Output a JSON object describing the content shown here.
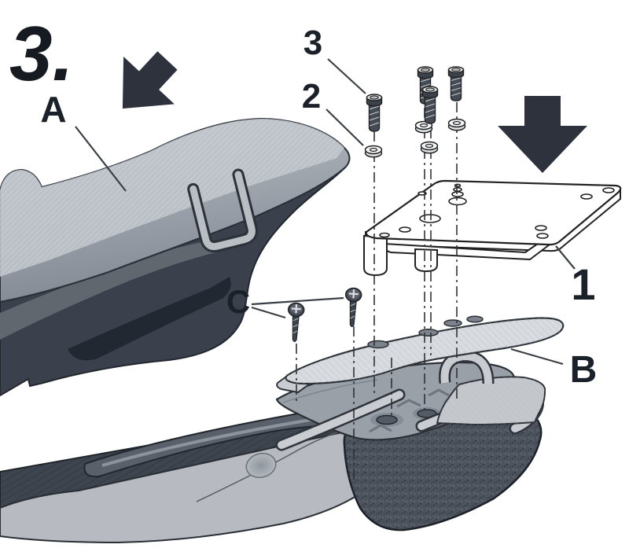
{
  "labels": {
    "step": "3.",
    "part_a": "A",
    "part_b": "B",
    "part_c": "C",
    "part_1": "1",
    "part_2": "2",
    "part_3": "3"
  },
  "icons": {
    "arrow_top_left": "diagonal-down-arrow-icon",
    "arrow_right": "down-arrow-icon"
  },
  "colors": {
    "background": "#ffffff",
    "label_text": "#1b2129",
    "arrow": "#2d323c",
    "outline": "#222222",
    "leader_line": "#3a3f45",
    "centerline": "#2e333a",
    "seat_top": "#9aa1aa",
    "seat_underside": "#3a414c",
    "bracket_fill": "#d8dbdf",
    "plate_fill": "#ffffff",
    "rack_fill": "#9aa0a8",
    "rail_fill": "#c9ccd1",
    "tail_dark": "#4d535c",
    "panel_light": "#b7bbc1"
  }
}
